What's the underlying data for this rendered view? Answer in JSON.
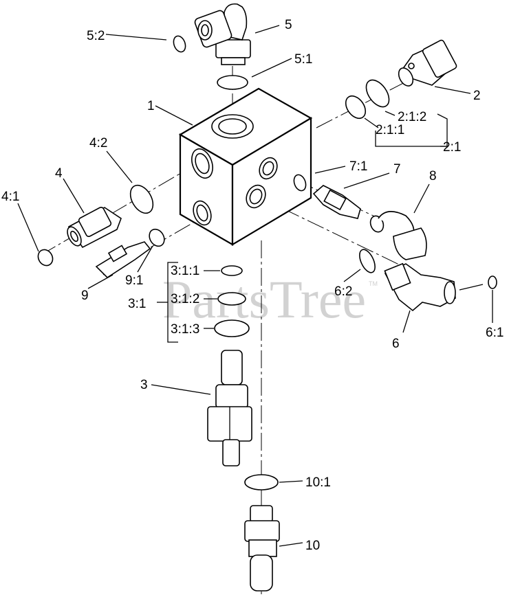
{
  "watermark": {
    "text": "PartsTree",
    "trademark": "TM"
  },
  "labels": {
    "l1": "1",
    "l2": "2",
    "l2_1": "2:1",
    "l2_1_1": "2:1:1",
    "l2_1_2": "2:1:2",
    "l3": "3",
    "l3_1": "3:1",
    "l3_1_1": "3:1:1",
    "l3_1_2": "3:1:2",
    "l3_1_3": "3:1:3",
    "l4": "4",
    "l4_1": "4:1",
    "l4_2": "4:2",
    "l5": "5",
    "l5_1": "5:1",
    "l5_2": "5:2",
    "l6": "6",
    "l6_1": "6:1",
    "l6_2": "6:2",
    "l7": "7",
    "l7_1": "7:1",
    "l8": "8",
    "l9": "9",
    "l9_1": "9:1",
    "l10": "10",
    "l10_1": "10:1"
  }
}
